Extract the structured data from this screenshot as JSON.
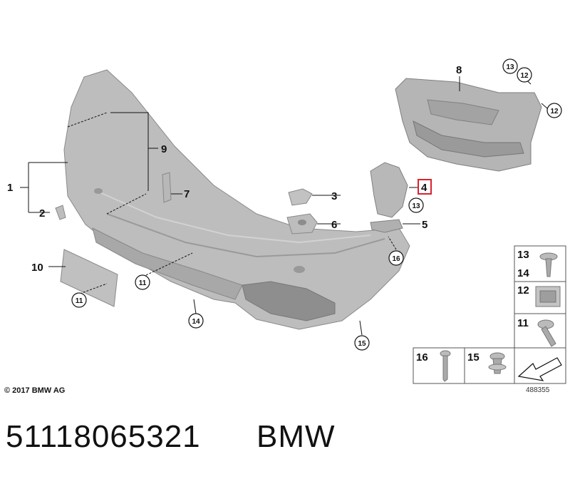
{
  "callouts": [
    {
      "id": "1",
      "text": "1"
    },
    {
      "id": "2",
      "text": "2"
    },
    {
      "id": "3",
      "text": "3"
    },
    {
      "id": "4",
      "text": "4"
    },
    {
      "id": "5",
      "text": "5"
    },
    {
      "id": "6",
      "text": "6"
    },
    {
      "id": "7",
      "text": "7"
    },
    {
      "id": "8",
      "text": "8"
    },
    {
      "id": "9",
      "text": "9"
    },
    {
      "id": "10",
      "text": "10"
    }
  ],
  "circled": {
    "c11a": "11",
    "c11b": "11",
    "c12a": "12",
    "c12b": "12",
    "c13a": "13",
    "c13b": "13",
    "c14": "14",
    "c15": "15",
    "c16": "16"
  },
  "legend": {
    "cell_13": "13",
    "cell_14": "14",
    "cell_12": "12",
    "cell_11": "11",
    "cell_16": "16",
    "cell_15": "15"
  },
  "highlight_color": "#d9232e",
  "part_fill_color": "#b9b9b9",
  "copyright": "© 2017 BMW AG",
  "diagram_number": "488355",
  "part_number": "51118065321",
  "brand": "BMW"
}
